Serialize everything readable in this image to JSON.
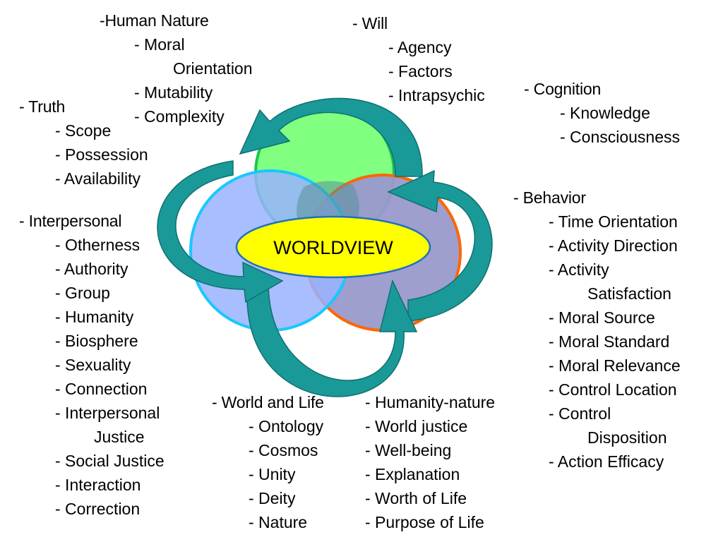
{
  "center_label": "WORLDVIEW",
  "colors": {
    "green_circle": "#80ff80",
    "blue_circle": "#99b3ff",
    "purple_circle": "#9999cc",
    "green_outline": "#19c74d",
    "blue_outline": "#19c7ff",
    "orange_outline": "#ff6600",
    "arrow": "#1a9999",
    "arrow_dark": "#0f7070",
    "oval_fill": "#ffff00",
    "oval_stroke": "#1f6fc2"
  },
  "categories": {
    "human_nature": {
      "prefix": "-",
      "title": "Human Nature",
      "items": [
        {
          "line1": "- Moral",
          "line2": "Orientation"
        },
        {
          "line1": "- Mutability"
        },
        {
          "line1": "- Complexity"
        }
      ]
    },
    "will": {
      "prefix": "- ",
      "title": "Will",
      "items": [
        {
          "line1": "- Agency"
        },
        {
          "line1": "- Factors"
        },
        {
          "line1": "- Intrapsychic"
        }
      ]
    },
    "cognition": {
      "prefix": "- ",
      "title": "Cognition",
      "items": [
        {
          "line1": "- Knowledge"
        },
        {
          "line1": "- Consciousness"
        }
      ]
    },
    "truth": {
      "prefix": "- ",
      "title": "Truth",
      "items": [
        {
          "line1": "- Scope"
        },
        {
          "line1": "- Possession"
        },
        {
          "line1": "- Availability"
        }
      ]
    },
    "behavior": {
      "prefix": "- ",
      "title": "Behavior",
      "items": [
        {
          "line1": "- Time Orientation"
        },
        {
          "line1": "- Activity Direction"
        },
        {
          "line1": "- Activity",
          "line2": "Satisfaction"
        },
        {
          "line1": "- Moral Source"
        },
        {
          "line1": "- Moral Standard"
        },
        {
          "line1": "- Moral Relevance"
        },
        {
          "line1": "- Control Location"
        },
        {
          "line1": "- Control",
          "line2": "Disposition"
        },
        {
          "line1": "- Action Efficacy"
        }
      ]
    },
    "interpersonal": {
      "prefix": "- ",
      "title": "Interpersonal",
      "items": [
        {
          "line1": "- Otherness"
        },
        {
          "line1": "- Authority"
        },
        {
          "line1": "- Group"
        },
        {
          "line1": "- Humanity"
        },
        {
          "line1": "- Biosphere"
        },
        {
          "line1": "- Sexuality"
        },
        {
          "line1": "- Connection"
        },
        {
          "line1": "- Interpersonal",
          "line2": "Justice"
        },
        {
          "line1": "- Social Justice"
        },
        {
          "line1": "- Interaction"
        },
        {
          "line1": "- Correction"
        }
      ]
    },
    "world_and_life": {
      "prefix": "- ",
      "title": "World and Life",
      "items": [
        {
          "line1": "- Ontology"
        },
        {
          "line1": "- Cosmos"
        },
        {
          "line1": "- Unity"
        },
        {
          "line1": "- Deity"
        },
        {
          "line1": "- Nature"
        }
      ],
      "items_col2": [
        {
          "line1": "- Humanity-nature"
        },
        {
          "line1": "- World justice"
        },
        {
          "line1": "- Well-being"
        },
        {
          "line1": "- Explanation"
        },
        {
          "line1": "- Worth of Life"
        },
        {
          "line1": "- Purpose of Life"
        }
      ]
    }
  }
}
